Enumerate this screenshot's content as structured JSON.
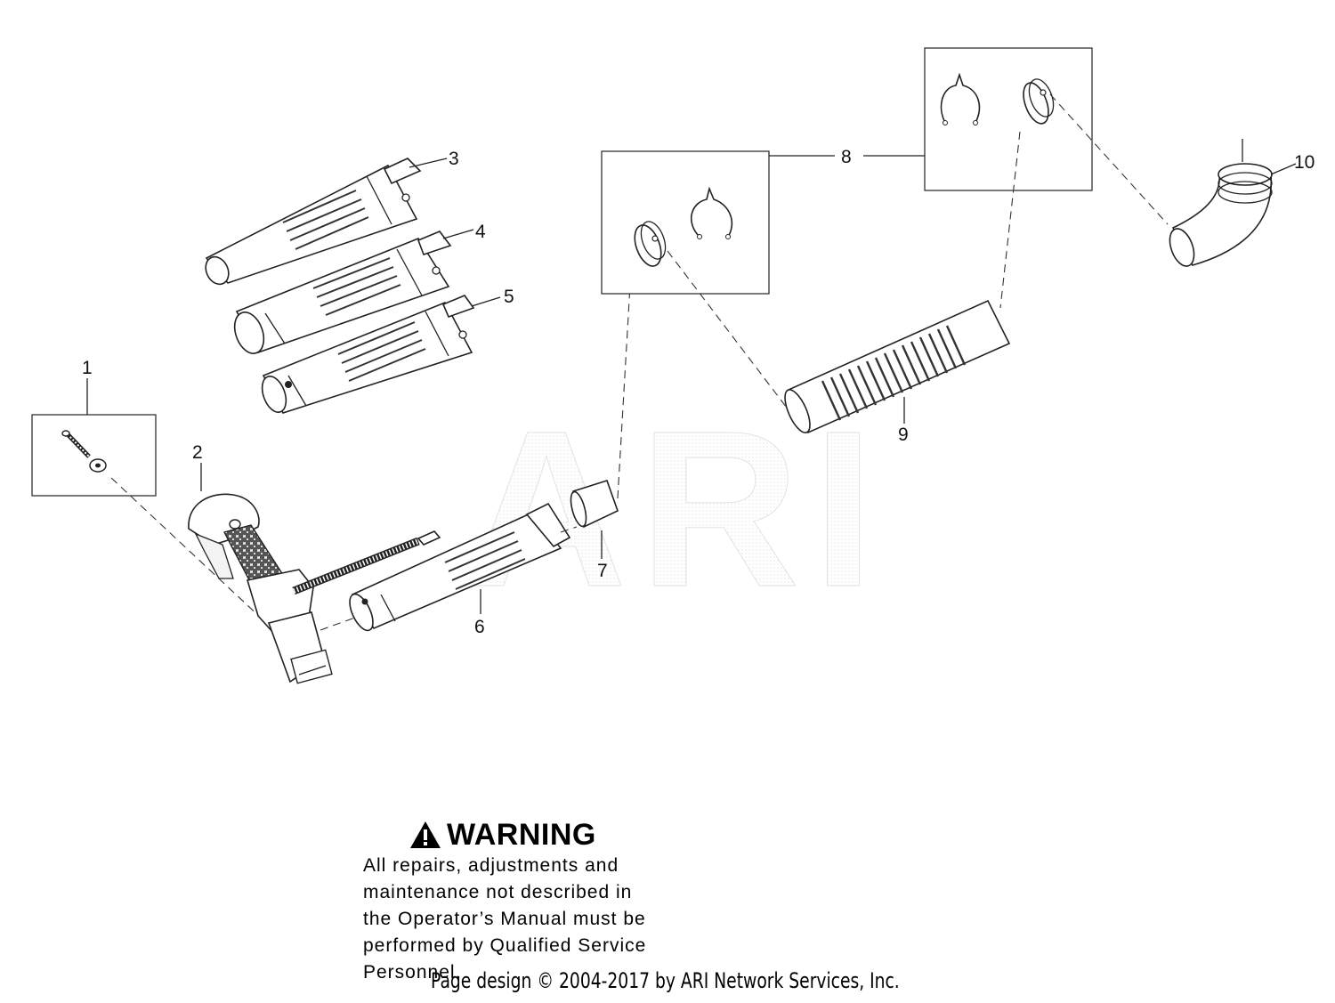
{
  "diagram": {
    "watermark": "ARI",
    "callouts": {
      "c1": "1",
      "c2": "2",
      "c3": "3",
      "c4": "4",
      "c5": "5",
      "c6": "6",
      "c7": "7",
      "c8": "8",
      "c9": "9",
      "c10": "10"
    }
  },
  "warning": {
    "title": "WARNING",
    "icon": "warning-triangle-icon",
    "lines": [
      "All repairs, adjustments and",
      "maintenance not described in",
      "the Operator’s Manual must be",
      "performed by Qualified Service",
      "Personnel."
    ]
  },
  "footer": {
    "text": "Page design © 2004-2017 by ARI Network Services, Inc."
  }
}
